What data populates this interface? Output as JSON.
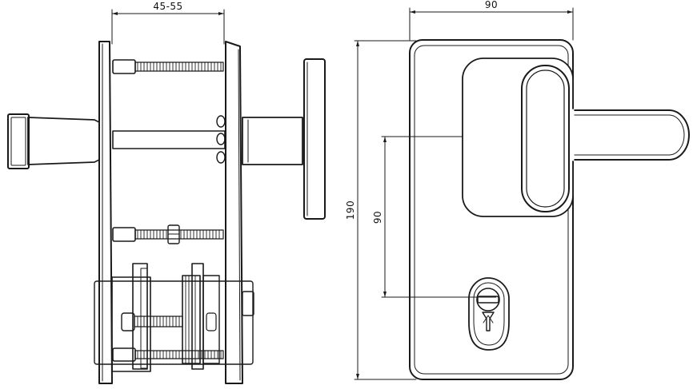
{
  "drawing": {
    "dim_width_range": "45-55",
    "dim_width": "90",
    "dim_height_total": "190",
    "dim_height_spacing": "90"
  },
  "colors": {
    "line": "#1a1a1a",
    "fill": "#ffffff"
  }
}
